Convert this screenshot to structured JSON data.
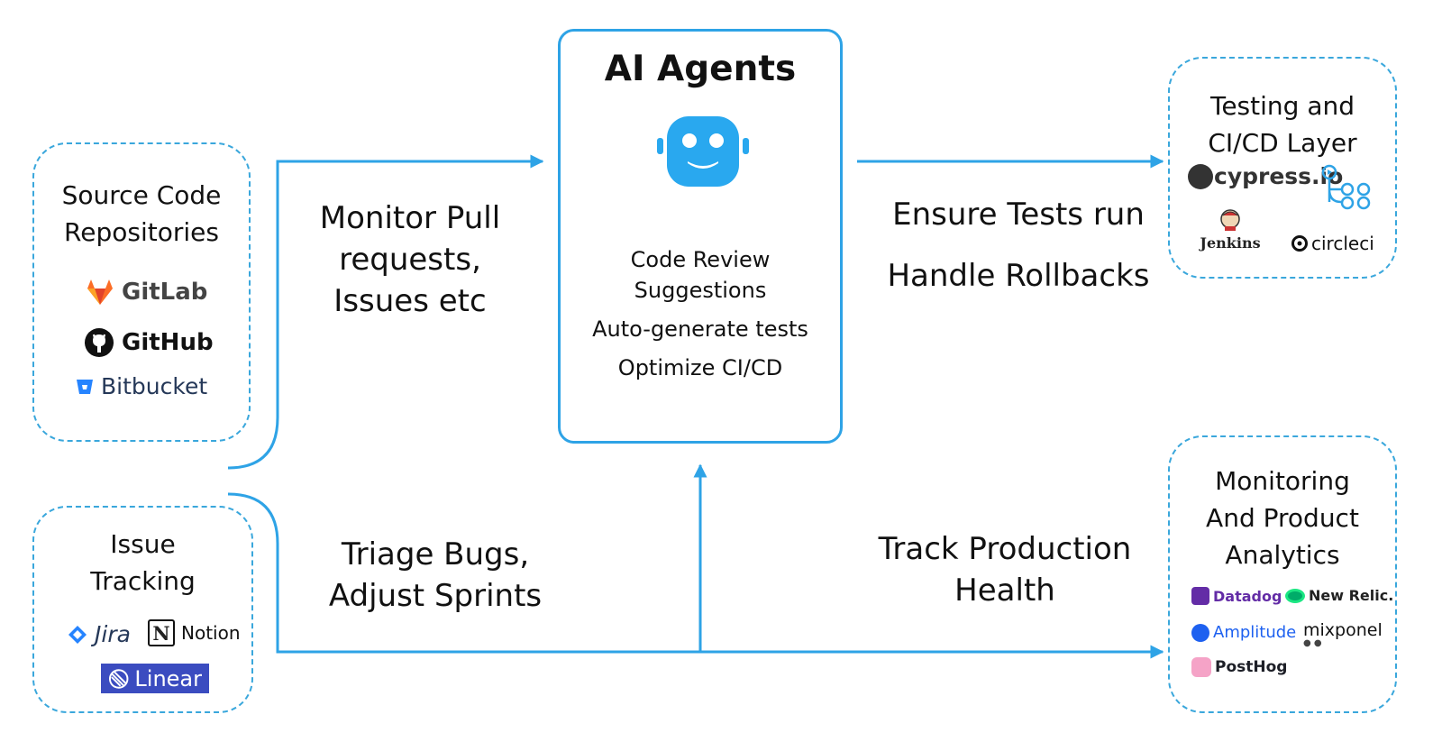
{
  "colors": {
    "accent": "#2ea3e6",
    "dashed_border": "#3aa7dc",
    "robot": "#29a8ef"
  },
  "agents": {
    "title": "AI Agents",
    "icon": "robot-icon",
    "items": [
      "Code Review\nSuggestions",
      "Auto-generate tests",
      "Optimize CI/CD"
    ]
  },
  "source_repos": {
    "title": "Source Code Repositories",
    "logos": [
      {
        "icon": "gitlab-icon",
        "label": "GitLab"
      },
      {
        "icon": "github-icon",
        "label": "GitHub"
      },
      {
        "icon": "bitbucket-icon",
        "label": "Bitbucket"
      }
    ]
  },
  "issue_tracking": {
    "title": "Issue Tracking",
    "logos": [
      {
        "icon": "jira-icon",
        "label": "Jira"
      },
      {
        "icon": "notion-icon",
        "label": "Notion"
      },
      {
        "icon": "linear-icon",
        "label": "Linear"
      }
    ]
  },
  "testing": {
    "title": "Testing and CI/CD Layer",
    "logos": [
      {
        "icon": "cypress-icon",
        "label": "cypress.io"
      },
      {
        "icon": "pipeline-icon",
        "label": ""
      },
      {
        "icon": "jenkins-icon",
        "label": "Jenkins"
      },
      {
        "icon": "circleci-icon",
        "label": "circleci"
      }
    ]
  },
  "monitoring": {
    "title": "Monitoring And Product Analytics",
    "logos": [
      {
        "icon": "datadog-icon",
        "label": "Datadog"
      },
      {
        "icon": "newrelic-icon",
        "label": "New Relic."
      },
      {
        "icon": "amplitude-icon",
        "label": "Amplitude"
      },
      {
        "icon": "mixpanel-icon",
        "label": "mixponel"
      },
      {
        "icon": "posthog-icon",
        "label": "PostHog"
      }
    ]
  },
  "flows": {
    "monitor_prs": "Monitor Pull\nrequests,\nIssues etc",
    "triage": "Triage Bugs,\nAdjust Sprints",
    "ensure_tests": "Ensure Tests run",
    "rollbacks": "Handle Rollbacks",
    "track_health": "Track Production\nHealth"
  }
}
